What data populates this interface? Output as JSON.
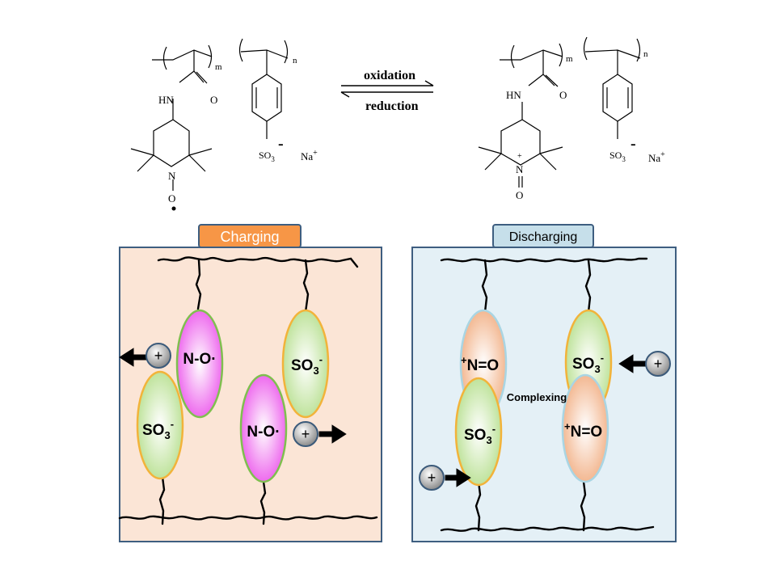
{
  "reaction": {
    "left": {
      "m_label": "m",
      "n_label": "n",
      "hn_label": "HN",
      "carbonyl_o": "O",
      "ring_n": "N",
      "nitroxide_o": "O",
      "so3_label": "SO",
      "so3_sub": "3",
      "so3_charge": "-",
      "na_label": "Na",
      "na_charge": "+"
    },
    "right": {
      "m_label": "m",
      "n_label": "n",
      "hn_label": "HN",
      "carbonyl_o": "O",
      "ring_n": "N",
      "ring_n_charge": "+",
      "oxo_o": "O",
      "so3_label": "SO",
      "so3_sub": "3",
      "so3_charge": "-",
      "na_label": "Na",
      "na_charge": "+"
    },
    "forward_label": "oxidation",
    "reverse_label": "reduction"
  },
  "panels": {
    "charging": {
      "tab_label": "Charging",
      "tab_color": "#F79646",
      "bg_color": "#FBE5D6",
      "ellipses": {
        "no1": "N-O·",
        "no2": "N-O·",
        "so3_a_base": "SO",
        "so3_a_sub": "3",
        "so3_a_sup": "-",
        "so3_b_base": "SO",
        "so3_b_sub": "3",
        "so3_b_sup": "-"
      },
      "cation_left": "+",
      "cation_right": "+"
    },
    "discharging": {
      "tab_label": "Discharging",
      "tab_color": "#C6DFEA",
      "bg_color": "#E4F0F6",
      "ellipses": {
        "nplus1_sup": "+",
        "nplus1_base": "N=O",
        "nplus2_sup": "+",
        "nplus2_base": "N=O",
        "so3_a_base": "SO",
        "so3_a_sub": "3",
        "so3_a_sup": "-",
        "so3_b_base": "SO",
        "so3_b_sub": "3",
        "so3_b_sup": "-"
      },
      "complexing_label": "Complexing",
      "cation_right": "+",
      "cation_left": "+"
    }
  },
  "colors": {
    "nitroxide_fill": "#F07CF0",
    "sulfonate_fill": "#CDEBB3",
    "oxoammonium_fill": "#F5C6A5",
    "green_stroke": "#7FBF4F",
    "orange_stroke": "#F2B33A",
    "lightblue_stroke": "#A9D5E3",
    "cation_fill": "#A6A6A6",
    "cation_stroke": "#3B5A7A"
  }
}
